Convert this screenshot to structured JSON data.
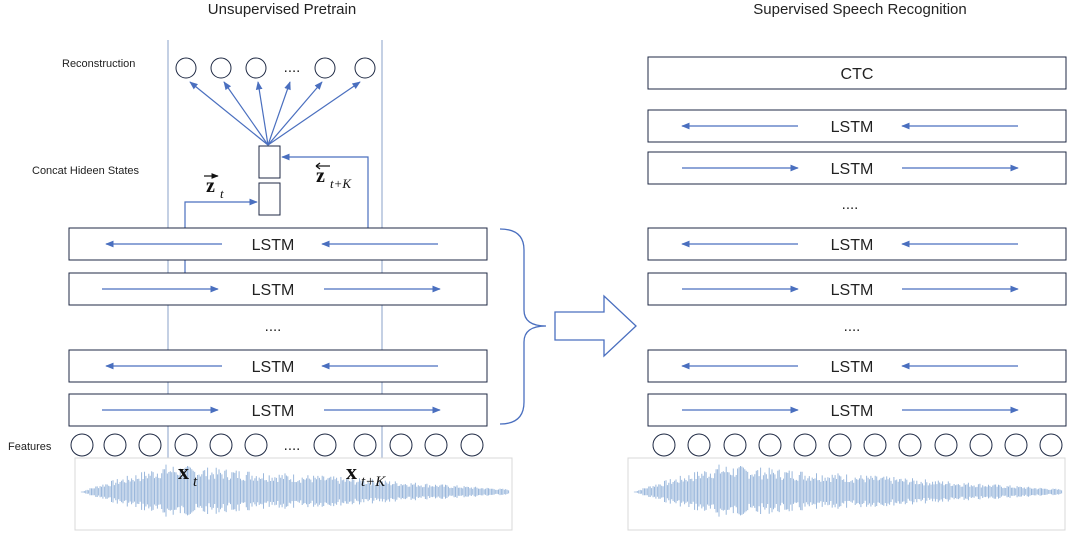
{
  "titles": {
    "left": "Unsupervised Pretrain",
    "right": "Supervised Speech Recognition"
  },
  "side_labels": {
    "reconstruction": "Reconstruction",
    "concat": "Concat Hideen States",
    "features": "Features"
  },
  "left_panel": {
    "lstm_layers": [
      {
        "label": "LSTM",
        "direction": "backward"
      },
      {
        "label": "LSTM",
        "direction": "forward"
      },
      {
        "label": "LSTM",
        "direction": "backward"
      },
      {
        "label": "LSTM",
        "direction": "forward"
      }
    ],
    "ellipsis": "....",
    "recon_ellipsis": "....",
    "feature_ellipsis": "....",
    "z_forward": {
      "base": "z",
      "sub": "t"
    },
    "z_backward": {
      "base": "z",
      "sub": "t+K"
    },
    "x_t": {
      "base": "x",
      "sub": "t"
    },
    "x_tk": {
      "base": "x",
      "sub": "t+K"
    }
  },
  "right_panel": {
    "ctc_label": "CTC",
    "top_lstms": [
      {
        "label": "LSTM",
        "direction": "backward"
      },
      {
        "label": "LSTM",
        "direction": "forward"
      }
    ],
    "top_ellipsis": "....",
    "lstm_layers": [
      {
        "label": "LSTM",
        "direction": "backward"
      },
      {
        "label": "LSTM",
        "direction": "forward"
      },
      {
        "label": "LSTM",
        "direction": "backward"
      },
      {
        "label": "LSTM",
        "direction": "forward"
      }
    ],
    "ellipsis": "...."
  },
  "colors": {
    "arrow": "#4a6fbf",
    "box_stroke": "#1f2a44",
    "vline": "#8aa0c8",
    "wave": "#9bb8dc"
  }
}
